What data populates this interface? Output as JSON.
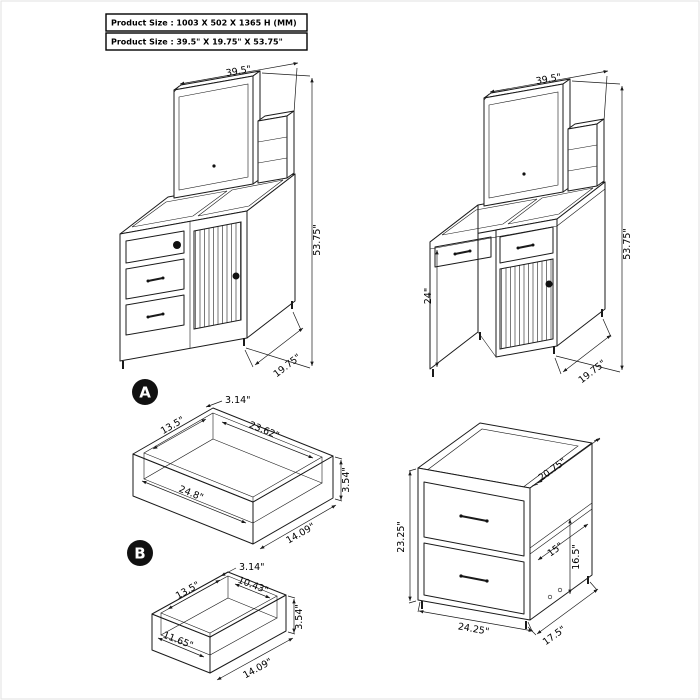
{
  "header": {
    "line1": "Product Size : 1003 X 502 X 1365 H (MM)",
    "line2": "Product Size : 39.5\" X 19.75\" X 53.75\""
  },
  "vanity_front": {
    "width": "39.5\"",
    "height": "53.75\"",
    "depth": "19.75\""
  },
  "vanity_side": {
    "width": "39.5\"",
    "desk_height": "24\"",
    "height": "53.75\"",
    "depth": "19.75\""
  },
  "labels": {
    "a": "A",
    "b": "B"
  },
  "drawer_a": {
    "front_rail": "3.14\"",
    "inner_depth": "13.5\"",
    "inner_width": "23.62\"",
    "outer_width": "24.8\"",
    "outer_depth": "14.09\"",
    "height": "3.54\""
  },
  "drawer_b": {
    "front_rail": "3.14\"",
    "inner_depth": "13.5\"",
    "inner_width": "10.43\"",
    "outer_width": "11.65\"",
    "outer_depth": "14.09\"",
    "height": "3.54\""
  },
  "cabinet": {
    "top_depth": "20.75\"",
    "front_height": "23.25\"",
    "ledge_depth": "15\"",
    "side_height": "16.5\"",
    "width": "24.25\"",
    "depth": "17.5\""
  }
}
